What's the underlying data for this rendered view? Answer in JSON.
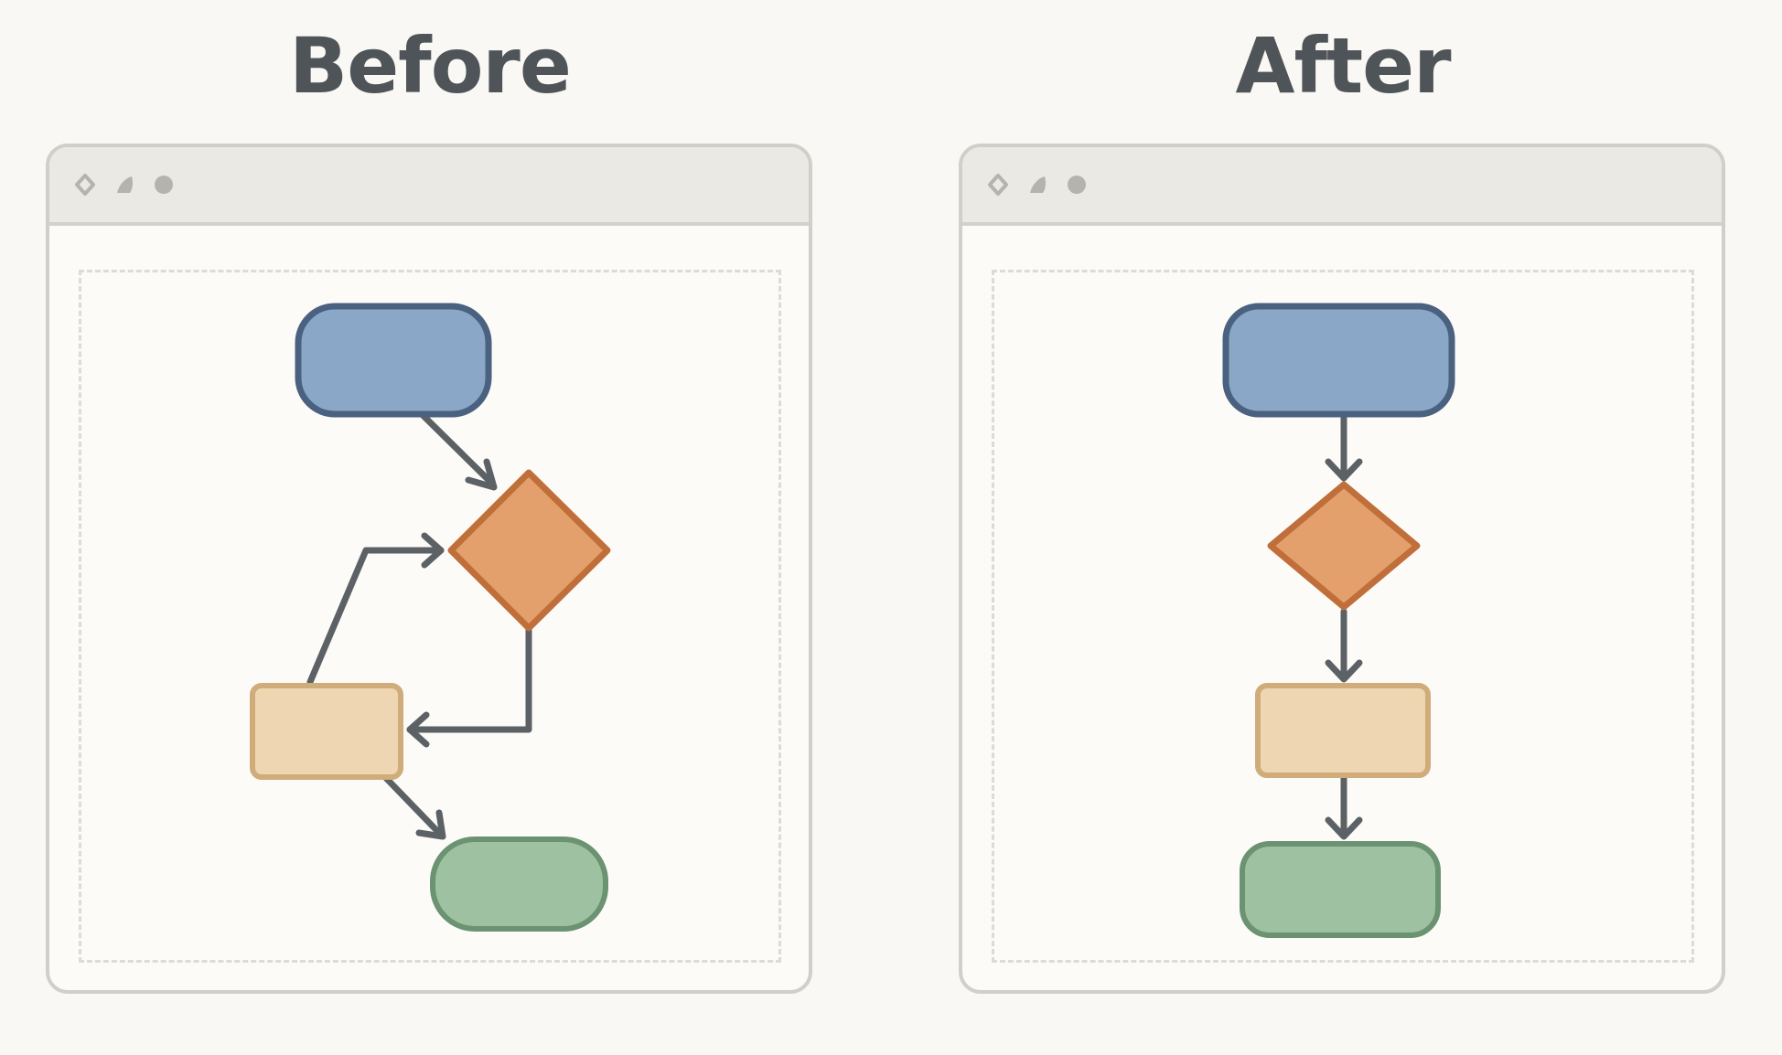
{
  "panels": {
    "before": {
      "title": "Before"
    },
    "after": {
      "title": "After"
    }
  },
  "window": {
    "titlebar_icons": [
      "diamond-icon",
      "shape-icon",
      "circle-icon"
    ]
  },
  "colors": {
    "background": "#faf8f4",
    "title_text": "#4e5458",
    "start_node_fill": "#8ba7c8",
    "start_node_stroke": "#4a6180",
    "decision_node_fill": "#e4a06c",
    "decision_node_stroke": "#c06f3a",
    "process_node_fill": "#efd6b3",
    "process_node_stroke": "#cfac7a",
    "end_node_fill": "#9ec1a1",
    "end_node_stroke": "#6b9271",
    "arrow": "#5b6165"
  },
  "diagram": {
    "nodes": [
      "start-node",
      "decision-node",
      "process-node",
      "end-node"
    ]
  }
}
